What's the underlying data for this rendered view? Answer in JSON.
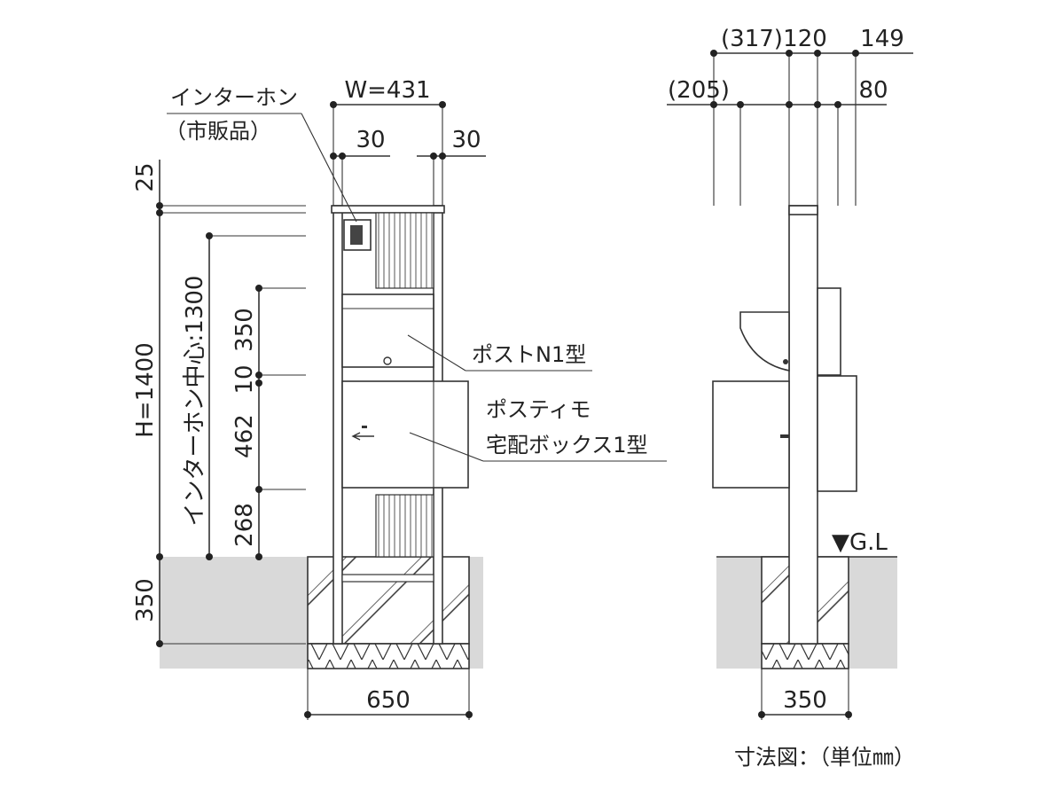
{
  "front_view": {
    "width_total": "W=431",
    "post_side_left": "30",
    "post_side_right": "30",
    "height_total": "H=1400",
    "cap_height": "25",
    "intercom_center": "インターホン中心:1300",
    "mailbox_height": "350",
    "gap": "10",
    "box_height": "462",
    "bottom_height": "268",
    "embed_depth": "350",
    "foundation_width": "650"
  },
  "side_view": {
    "dim_317": "(317)",
    "dim_120": "120",
    "dim_149": "149",
    "dim_205": "(205)",
    "dim_80": "80",
    "ground_label": "▼G.L",
    "foundation_width": "350"
  },
  "labels": {
    "intercom_line1": "インターホン",
    "intercom_line2": "（市販品）",
    "post_n1": "ポストN1型",
    "postime_line1": "ポスティモ",
    "postime_line2": "宅配ボックス1型"
  },
  "caption": "寸法図：（単位㎜）"
}
